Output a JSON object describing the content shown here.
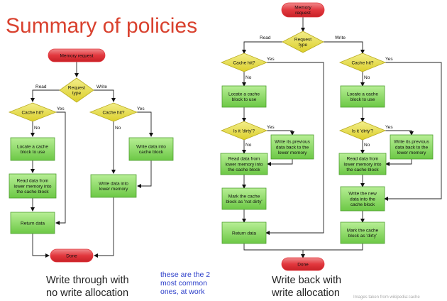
{
  "title": "Summary of policies",
  "captions": {
    "left": [
      "Write through with",
      "no write allocation"
    ],
    "right": [
      "Write back with",
      "write allocation"
    ]
  },
  "note": [
    "these are the 2",
    "most common",
    "ones, at work"
  ],
  "credit": "Images taken from wikipedia:cache",
  "colors": {
    "start": "#e2383e",
    "decision": "#e6dd3a",
    "process": "#7fd15b",
    "accent": "#d9412e",
    "note": "#2a3dc9"
  },
  "flows": {
    "write_through": {
      "start": "Memory request",
      "request_type": [
        "Request",
        "type"
      ],
      "read_label": "Read",
      "write_label": "Write",
      "cache_hit_read": "Cache hit?",
      "cache_hit_write": "Cache hit?",
      "yes": "Yes",
      "no": "No",
      "locate": [
        "Locate a cache",
        "block to use"
      ],
      "read_data": [
        "Read data from",
        "lower memory into",
        "the cache block"
      ],
      "return_data": "Return data",
      "write_cache": [
        "Write data into",
        "cache block"
      ],
      "write_lower": [
        "Write data into",
        "lower memory"
      ],
      "done": "Done"
    },
    "write_back": {
      "start": [
        "Memory",
        "request"
      ],
      "request_type": [
        "Request",
        "type"
      ],
      "read_label": "Read",
      "write_label": "Write",
      "cache_hit_read": "Cache hit?",
      "cache_hit_write": "Cache hit?",
      "yes": "Yes",
      "no": "No",
      "locate_read": [
        "Locate a cache",
        "block to use"
      ],
      "locate_write": [
        "Locate a cache",
        "block to use"
      ],
      "dirty_read": "Is it 'dirty'?",
      "dirty_write": "Is it 'dirty'?",
      "write_prev_read": [
        "Write its previous",
        "data back to the",
        "lower memory"
      ],
      "write_prev_write": [
        "Write its previous",
        "data back to the",
        "lower memory"
      ],
      "read_data_read": [
        "Read data from",
        "lower memory into",
        "the cache block"
      ],
      "read_data_write": [
        "Read data from",
        "lower memory into",
        "the cache block"
      ],
      "mark_not_dirty": [
        "Mark the cache",
        "block as 'not dirty'"
      ],
      "return_data": "Return data",
      "write_new": [
        "Write the new",
        "data into the",
        "cache block"
      ],
      "mark_dirty": [
        "Mark the cache",
        "block as 'dirty'"
      ],
      "done": "Done"
    }
  }
}
